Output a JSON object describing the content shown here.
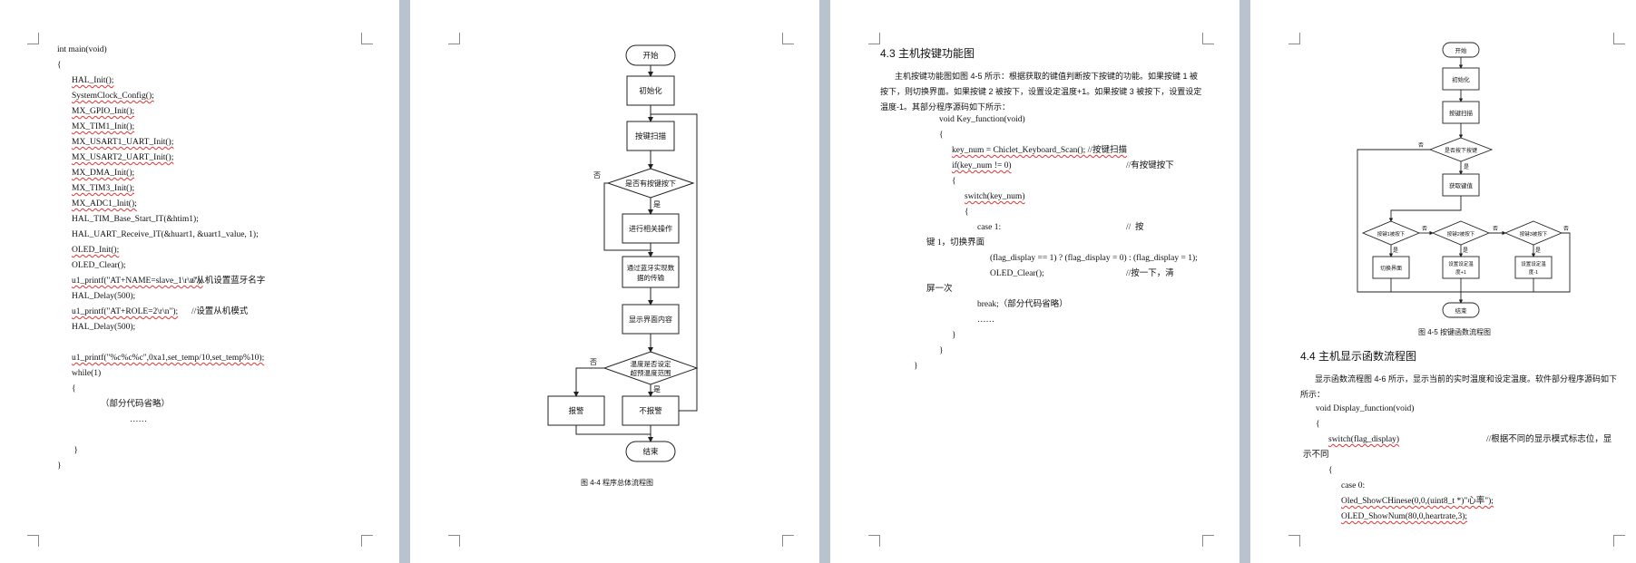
{
  "page1": {
    "code": [
      {
        "text": "int main(void)"
      },
      {
        "text": "{"
      },
      {
        "indent": 1,
        "text": "HAL_Init();",
        "sq": true
      },
      {
        "indent": 1,
        "text": "SystemClock_Config();",
        "sq": true
      },
      {
        "indent": 1,
        "text": "MX_GPIO_Init();",
        "sq": true
      },
      {
        "indent": 1,
        "text": "MX_TIM1_Init();",
        "sq": true
      },
      {
        "indent": 1,
        "text": "MX_USART1_UART_Init();",
        "sq": true
      },
      {
        "indent": 1,
        "text": "MX_USART2_UART_Init();",
        "sq": true
      },
      {
        "indent": 1,
        "text": "MX_DMA_Init();",
        "sq": true
      },
      {
        "indent": 1,
        "text": "MX_TIM3_Init();",
        "sq": true
      },
      {
        "indent": 1,
        "text": "MX_ADC1_Init();",
        "sq": true
      },
      {
        "indent": 1,
        "text": "HAL_TIM_Base_Start_IT(&htim1);"
      },
      {
        "indent": 1,
        "text": "HAL_UART_Receive_IT(&huart1, &uart1_value, 1);"
      },
      {
        "indent": 1,
        "text": "OLED_Init();",
        "sq": true
      },
      {
        "indent": 1,
        "text": "OLED_Clear();"
      },
      {
        "indent": 1,
        "text": "u1_printf(\"AT+NAME=slave_1\\r\\n\");",
        "comment": "//从机设置蓝牙名字",
        "sq": true
      },
      {
        "indent": 1,
        "text": "HAL_Delay(500);"
      },
      {
        "indent": 1,
        "text": "u1_printf(\"AT+ROLE=2\\r\\n\");",
        "comment": "//设置从机模式",
        "sq": true
      },
      {
        "indent": 1,
        "text": "HAL_Delay(500);"
      },
      {
        "text": ""
      },
      {
        "indent": 1,
        "text": "u1_printf(\"%c%c%c\",0xa1,set_temp/10,set_temp%10);",
        "sq": true
      },
      {
        "indent": 1,
        "text": "while(1)"
      },
      {
        "indent": 1,
        "text": "{"
      },
      {
        "indent": 3,
        "text": "（部分代码省略）"
      },
      {
        "indent": 5,
        "text": "……"
      },
      {
        "text": ""
      },
      {
        "indent": 1,
        "text": " }"
      },
      {
        "text": "}"
      }
    ]
  },
  "flow1": {
    "nodes": {
      "start": "开始",
      "init": "初始化",
      "scan": "按键扫描",
      "pressed": "是否有按键按下",
      "op": "进行相关操作",
      "bt_line1": "通过蓝牙实现数",
      "bt_line2": "据的传输",
      "display": "显示界面内容",
      "temp_line1": "温度是否设定",
      "temp_line2": "超预温度范围",
      "alarm": "报警",
      "noalarm": "不报警",
      "end": "结束"
    },
    "yes": "是",
    "no": "否",
    "caption": "图 4-4  程序总体流程图"
  },
  "page3": {
    "heading": "4.3  主机按键功能图",
    "para_lines": [
      "主机按键功能图如图 4-5 所示：根据获取的键值判断按下按键的功能。如果按键 1 被",
      "按下，则切换界面。如果按键 2 被按下，设置设定温度+1。如果按键 3 被按下，设置设定",
      "温度-1。其部分程序源码如下所示："
    ],
    "code": [
      {
        "text": "void Key_function(void)"
      },
      {
        "text": "{"
      },
      {
        "indent": 1,
        "text": "key_num = Chiclet_Keyboard_Scan(); //按键扫描",
        "sq": true
      },
      {
        "indent": 1,
        "text": "if(key_num != 0)",
        "comment": "//有按键按下",
        "sq": true
      },
      {
        "indent": 1,
        "text": "{"
      },
      {
        "indent": 2,
        "text": "switch(key_num)",
        "sq": true
      },
      {
        "indent": 2,
        "text": "{"
      },
      {
        "indent": 3,
        "text": "case 1:",
        "comment": "//  按"
      },
      {
        "indent": -1,
        "text": "键 1，切换界面"
      },
      {
        "indent": 4,
        "text": "(flag_display == 1) ? (flag_display = 0) : (flag_display = 1);"
      },
      {
        "indent": 4,
        "text": "OLED_Clear();",
        "comment": "//按一下，清"
      },
      {
        "indent": -1,
        "text": "屏一次"
      },
      {
        "indent": 3,
        "text": "break;（部分代码省略）"
      },
      {
        "indent": 3,
        "text": "……"
      },
      {
        "indent": 1,
        "text": "}"
      },
      {
        "text": "}"
      },
      {
        "indent": -2,
        "text": "}"
      }
    ]
  },
  "flow2": {
    "nodes": {
      "start": "开始",
      "init": "初始化",
      "scan": "按键扫描",
      "pressed": "是否按下按键",
      "getkey": "获取键值",
      "k1": "按键1被按下",
      "k2": "按键2被按下",
      "k3": "按键3被按下",
      "switch": "切换界面",
      "plus_line1": "设置设定温",
      "plus_line2": "度+1",
      "minus_line1": "设置设定温",
      "minus_line2": "度-1",
      "end": "结束"
    },
    "yes": "是",
    "no": "否",
    "caption": "图 4-5  按键函数流程图"
  },
  "page4": {
    "heading": "4.4  主机显示函数流程图",
    "para_lines": [
      "显示函数流程图 4-6 所示，显示当前的实时温度和设定温度。软件部分程序源码如下",
      "所示："
    ],
    "code": [
      {
        "text": "void Display_function(void)"
      },
      {
        "text": "{"
      },
      {
        "indent": 1,
        "text": "switch(flag_display)",
        "comment": "//根据不同的显示模式标志位，显",
        "sq": true
      },
      {
        "indent": -1,
        "text": "示不同"
      },
      {
        "indent": 1,
        "text": "{"
      },
      {
        "indent": 2,
        "text": "case 0:"
      },
      {
        "indent": 2,
        "text": "Oled_ShowCHinese(0,0,(uint8_t *)\"心率\");",
        "sq": true
      },
      {
        "indent": 2,
        "text": "OLED_ShowNum(80,0,heartrate,3);",
        "sq": true
      }
    ]
  }
}
